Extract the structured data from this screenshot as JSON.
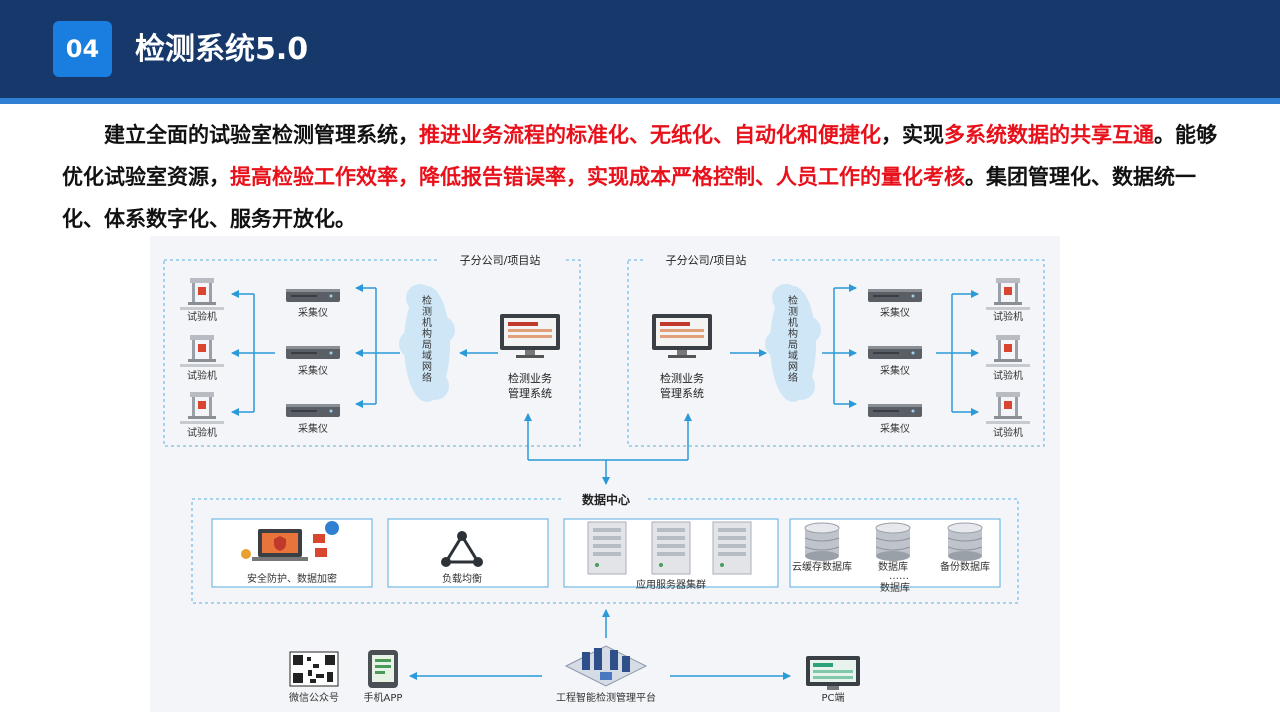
{
  "header": {
    "badge": "04",
    "title": "检测系统5.0"
  },
  "intro": {
    "s1": "建立全面的试验室检测管理系统，",
    "s2": "推进业务流程的标准化、无纸化、自动化和便捷化",
    "s3": "，实现",
    "s4": "多系统数据的共享互通",
    "s5": "。能够优化试验室资源，",
    "s6": "提高检验工作效率，降低报告错误率，实现成本严格控制、人员工作的量化考核",
    "s7": "。集团管理化、数据统一化、体系数字化、服务开放化。",
    "red_color": "#e8101a"
  },
  "diagram": {
    "left_site": {
      "title": "子分公司/项目站",
      "testers": [
        "试验机",
        "试验机",
        "试验机"
      ],
      "collectors": [
        "采集仪",
        "采集仪",
        "采集仪"
      ],
      "network": "检测机构局域网络",
      "system": [
        "检测业务",
        "管理系统"
      ]
    },
    "right_site": {
      "title": "子分公司/项目站",
      "testers": [
        "试验机",
        "试验机",
        "试验机"
      ],
      "collectors": [
        "采集仪",
        "采集仪",
        "采集仪"
      ],
      "network": "检测机构局域网络",
      "system": [
        "检测业务",
        "管理系统"
      ]
    },
    "data_center": {
      "title": "数据中心",
      "security": "安全防护、数据加密",
      "load_balance": "负载均衡",
      "app_cluster": "应用服务器集群",
      "db_cache": "云缓存数据库",
      "db_main": "数据库",
      "db_ellipsis": "……",
      "db_backup": "备份数据库",
      "db_group": "数据库"
    },
    "bottom": {
      "wechat": "微信公众号",
      "app": "手机APP",
      "platform": "工程智能检测管理平台",
      "pc": "PC端"
    },
    "colors": {
      "arrow": "#2a9ad8",
      "dash": "#5aaee0",
      "cloud": "#cfe6f6"
    }
  }
}
